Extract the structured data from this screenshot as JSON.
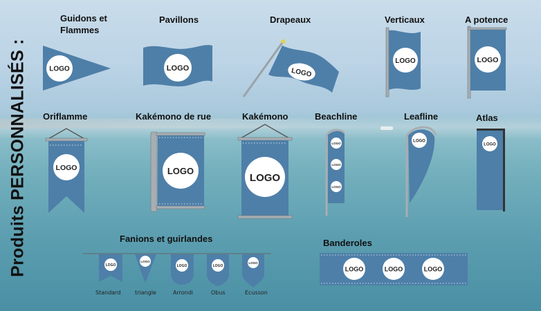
{
  "title": "Produits PERSONNALISÉS :",
  "logo_text": "LOGO",
  "colors": {
    "flag_blue": "#4e7fa8",
    "pole": "#9aa3a8"
  },
  "products": {
    "guidons": "Guidons et\nFlammes",
    "pavillons": "Pavillons",
    "drapeaux": "Drapeaux",
    "verticaux": "Verticaux",
    "a_potence": "A potence",
    "oriflamme": "Oriflamme",
    "kakemono_rue": "Kakémono de rue",
    "kakemono": "Kakémono",
    "beachline": "Beachline",
    "leafline": "Leafline",
    "atlas": "Atlas",
    "fanions": "Fanions et guirlandes",
    "banderoles": "Banderoles"
  },
  "fanion_types": [
    "Standard",
    "triangle",
    "Arrondi",
    "Obus",
    "Ecusson"
  ]
}
